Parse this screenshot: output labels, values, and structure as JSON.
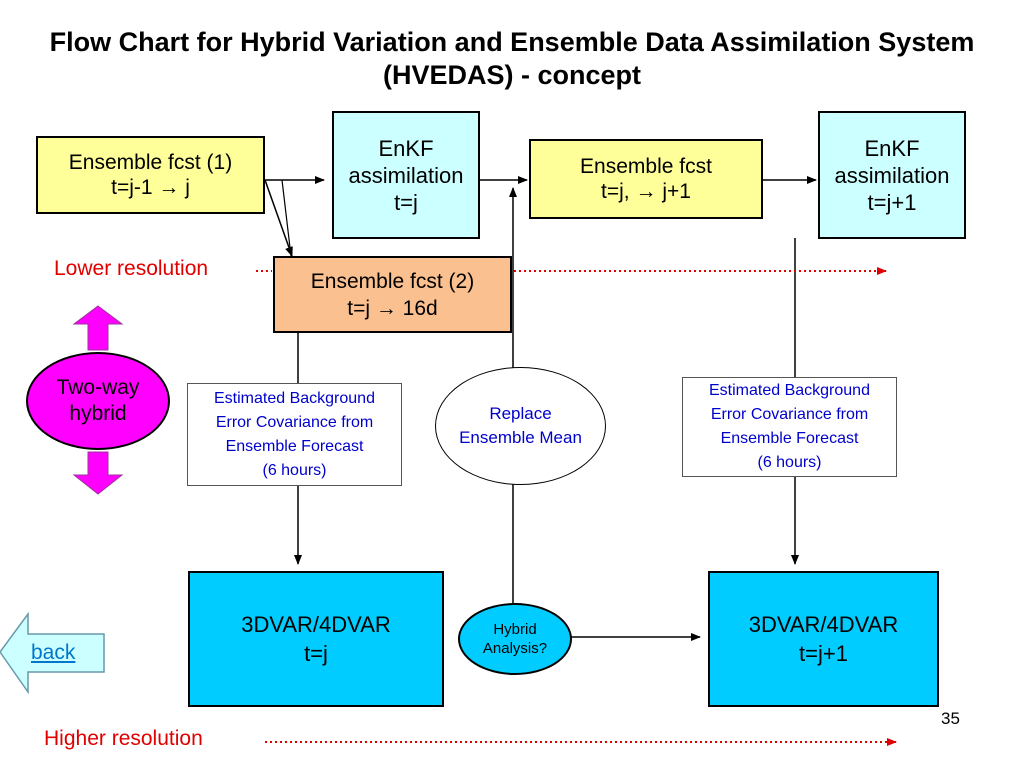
{
  "title": {
    "line1": "Flow Chart for Hybrid Variation and Ensemble Data Assimilation System",
    "line2": "(HVEDAS) - concept"
  },
  "boxes": {
    "ens_fcst1": {
      "line1": "Ensemble fcst (1)",
      "line2": "t=j-1  → j"
    },
    "enkf1": {
      "line1": "EnKF",
      "line2": "assimilation",
      "line3": "t=j"
    },
    "ens_fcst": {
      "line1": "Ensemble fcst",
      "line2": "t=j, → j+1"
    },
    "enkf2": {
      "line1": "EnKF",
      "line2": "assimilation",
      "line3": "t=j+1"
    },
    "ens_fcst2": {
      "line1": "Ensemble fcst (2)",
      "line2": "t=j → 16d"
    },
    "est_bg_left": {
      "line1": "Estimated Background",
      "line2": "Error Covariance from",
      "line3": "Ensemble Forecast",
      "line4": "(6 hours)"
    },
    "est_bg_right": {
      "line1": "Estimated Background",
      "line2": "Error Covariance from",
      "line3": "Ensemble Forecast",
      "line4": "(6 hours)"
    },
    "replace_mean": {
      "line1": "Replace",
      "line2": "Ensemble Mean"
    },
    "var_left": {
      "line1": "3DVAR/4DVAR",
      "line2": "t=j"
    },
    "var_right": {
      "line1": "3DVAR/4DVAR",
      "line2": "t=j+1"
    },
    "hybrid_analysis": {
      "line1": "Hybrid",
      "line2": "Analysis?"
    },
    "two_way": {
      "line1": "Two-way",
      "line2": "hybrid"
    }
  },
  "labels": {
    "lower_resolution": "Lower resolution",
    "higher_resolution": "Higher resolution",
    "back": "back",
    "page_number": "35"
  },
  "colors": {
    "yellow_box": "#ffff99",
    "cyan_box": "#ccffff",
    "orange_box": "#fac090",
    "blue_box": "#00ccff",
    "magenta": "#ff00ff",
    "red_text": "#e00000",
    "blue_text": "#0000cc"
  }
}
